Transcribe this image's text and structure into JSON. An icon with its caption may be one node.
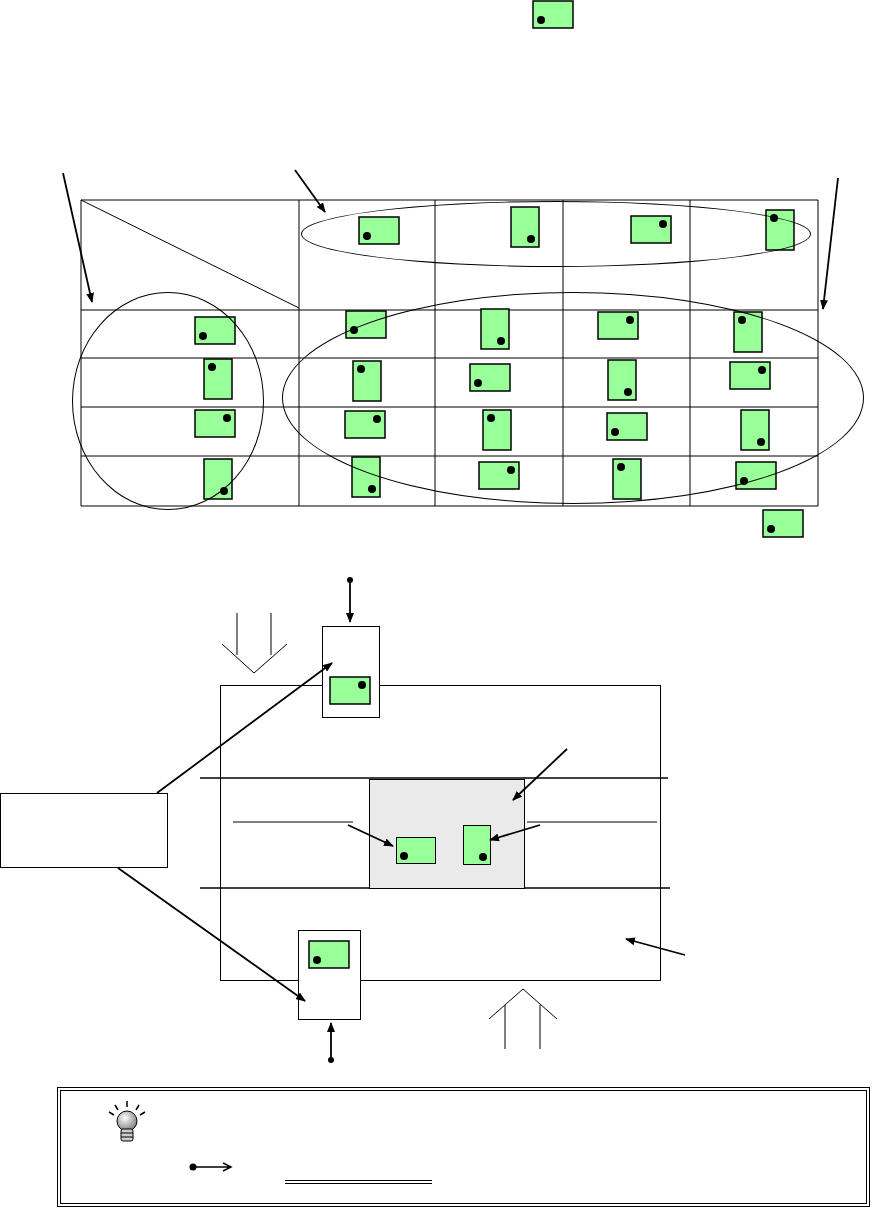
{
  "diagram": {
    "nodes": [
      {
        "text": [],
        "shape": "circle"
      },
      {
        "text": [],
        "shape": "circle"
      },
      {
        "text": [],
        "shape": "circle"
      },
      {
        "text": [],
        "shape": "box"
      },
      {
        "text": [],
        "shape": "box"
      },
      {
        "text": [],
        "shape": "box"
      },
      {
        "text": [],
        "shape": "box",
        "in": 9
      },
      {
        "text": [],
        "shape": "box",
        "in": 6
      },
      {
        "text": [],
        "shape": "box",
        "in": 6
      },
      {
        "text": [],
        "shape": "box"
      }
    ],
    "edges": [
      {
        "from": null,
        "to": 0,
        "arrow": "to"
      },
      {
        "from": null,
        "to": 1,
        "arrow": "to"
      },
      {
        "from": null,
        "to": 2,
        "arrow": "to"
      },
      {
        "from": 3,
        "to": 4,
        "arrow": "to"
      },
      {
        "from": 3,
        "to": 5,
        "arrow": "to"
      },
      {
        "from": null,
        "to": 4,
        "arrow": "to"
      },
      {
        "from": null,
        "to": 5,
        "arrow": "to"
      },
      {
        "from": null,
        "to": 6,
        "arrow": "to"
      },
      {
        "from": null,
        "to": 7,
        "arrow": "to"
      },
      {
        "from": null,
        "to": 8,
        "arrow": "to"
      },
      {
        "from": null,
        "to": 9,
        "arrow": "to"
      }
    ]
  }
}
